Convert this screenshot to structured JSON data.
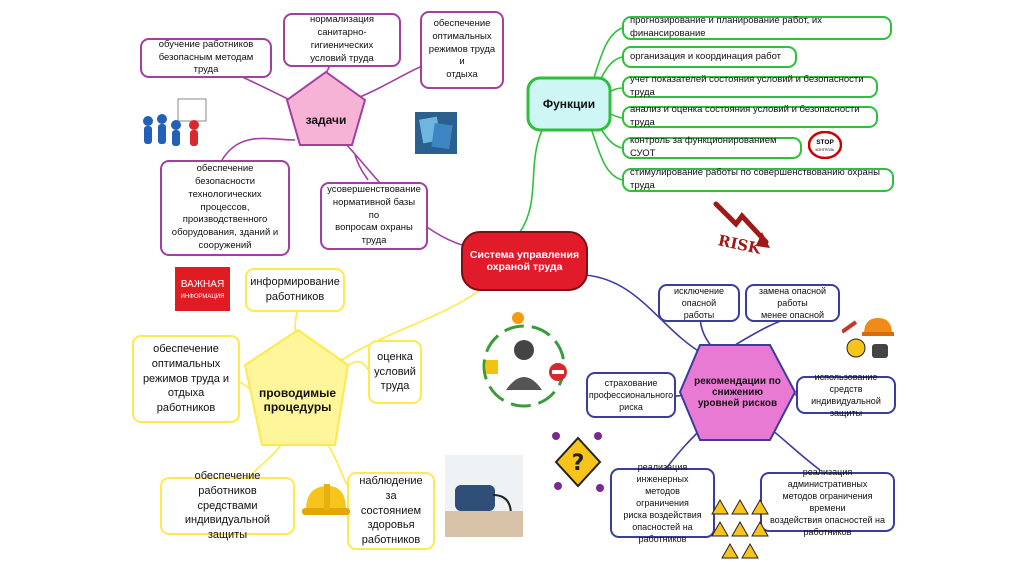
{
  "center": "Система управления\nохраной труда",
  "functions": {
    "hub": "Функции",
    "items": [
      "прогнозирование и планирование работ, их финансирование",
      "организация и координация работ",
      "учет показателей состояния условий и безопасности труда",
      "анализ и оценка состояния условий и безопасности труда",
      "контроль за функционированием СУОТ",
      "стимулирование работы по совершенствованию охраны труда"
    ]
  },
  "tasks": {
    "hub": "задачи",
    "items": [
      "обучение работников\nбезопасным методам труда",
      "нормализация\nсанитарно-гигиенических\nусловий труда",
      "обеспечение\nоптимальных\nрежимов труда и\nотдыха",
      "обеспечение безопасности\nтехнологических процессов,\nпроизводственного\nоборудования, зданий и\nсооружений",
      "усовершенствование\nнормативной базы по\nвопросам охраны\nтруда"
    ]
  },
  "procedures": {
    "hub": "проводимые\nпроцедуры",
    "items": [
      "информирование\nработников",
      "обеспечение\nоптимальных\nрежимов труда и\nотдыха работников",
      "оценка\nусловий\nтруда",
      "обеспечение работников\nсредствами\nиндивидуальной защиты",
      "наблюдение за\nсостоянием\nздоровья\nработников"
    ]
  },
  "recommendations": {
    "hub": "рекомендации по\nснижению\nуровней рисков",
    "items": [
      "исключение\nопасной работы",
      "замена опасной работы\nменее опасной",
      "страхование\nпрофессионального\nриска",
      "использование средств\nиндивидуальной защиты",
      "реализация инженерных\nметодов ограничения\nриска воздействия\nопасностей на работников",
      "реализация административных\nметодов ограничения времени\nвоздействия опасностей на\nработников"
    ]
  },
  "decor": {
    "important_sign": [
      "ВАЖНАЯ",
      "ИНФОРМАЦИЯ"
    ],
    "risk_word": "RISK",
    "stop_sign": [
      "STOP",
      "КОНТРОЛЬ"
    ]
  },
  "colors": {
    "tasks": "#a33ea3",
    "functions": "#2fbf3c",
    "procedures": "#ffe94d",
    "recommendations": "#3b3ba0",
    "center_fill": "#e21b2a",
    "tasks_fill": "#f7b3d6",
    "functions_fill": "#cdf6f5",
    "procedures_fill": "#fff59a",
    "recommendations_fill": "#e97ad4"
  }
}
